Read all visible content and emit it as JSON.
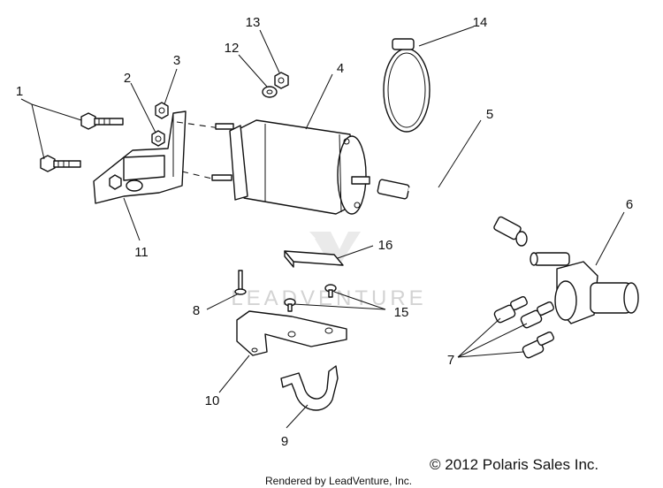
{
  "watermark": {
    "text": "LEADVENTURE"
  },
  "callouts": [
    {
      "id": "1",
      "text": "1"
    },
    {
      "id": "2",
      "text": "2"
    },
    {
      "id": "3",
      "text": "3"
    },
    {
      "id": "4",
      "text": "4"
    },
    {
      "id": "5",
      "text": "5"
    },
    {
      "id": "6",
      "text": "6"
    },
    {
      "id": "7",
      "text": "7"
    },
    {
      "id": "8",
      "text": "8"
    },
    {
      "id": "9",
      "text": "9"
    },
    {
      "id": "10",
      "text": "10"
    },
    {
      "id": "11",
      "text": "11"
    },
    {
      "id": "12",
      "text": "12"
    },
    {
      "id": "13",
      "text": "13"
    },
    {
      "id": "14",
      "text": "14"
    },
    {
      "id": "15",
      "text": "15"
    },
    {
      "id": "16",
      "text": "16"
    }
  ],
  "footer": {
    "rendered_by": "Rendered by LeadVenture, Inc.",
    "copyright": "© 2012 Polaris Sales Inc."
  }
}
